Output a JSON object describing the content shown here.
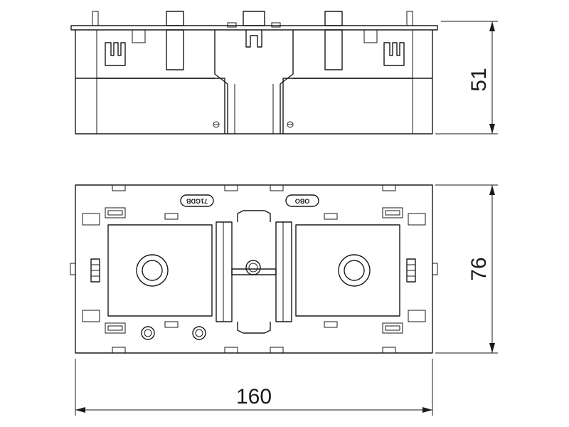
{
  "dimensions": {
    "height": "51",
    "depth": "76",
    "width": "160"
  },
  "markings": {
    "model": "71GDB",
    "brand": "OBO"
  }
}
